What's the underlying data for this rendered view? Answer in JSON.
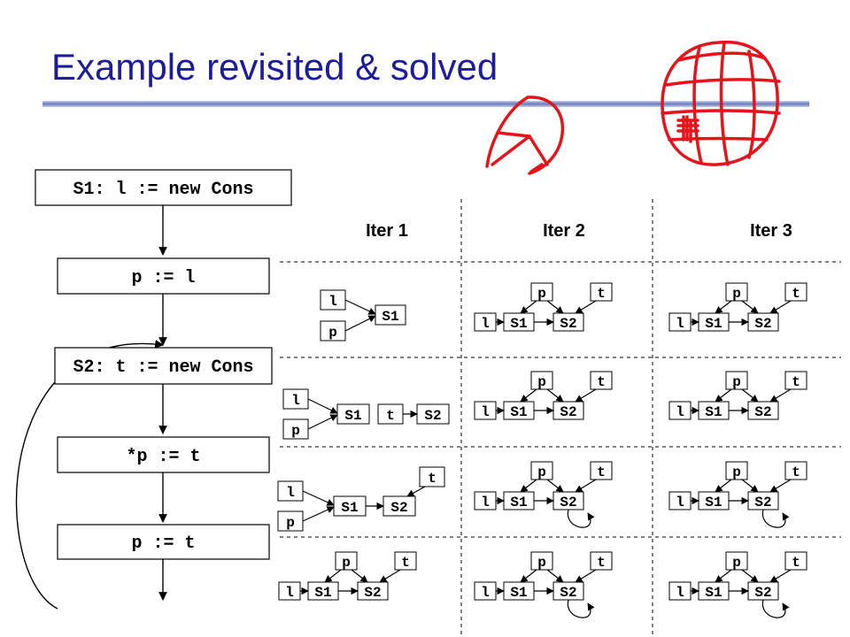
{
  "title": "Example revisited & solved",
  "colors": {
    "title": "#1c1c9c",
    "annotation": "#e5141b"
  },
  "cfg": {
    "nodes": [
      "S1: l := new Cons",
      "p := l",
      "S2: t := new Cons",
      "*p := t",
      "p := t"
    ]
  },
  "columns": [
    "Iter 1",
    "Iter 2",
    "Iter 3"
  ],
  "labels": {
    "l": "l",
    "p": "p",
    "t": "t",
    "s1": "S1",
    "s2": "S2"
  },
  "graphs": [
    [
      "iter1-a",
      "full",
      "full"
    ],
    [
      "iter1-b",
      "full",
      "full"
    ],
    [
      "iter1-c",
      "full-self",
      "full-self"
    ],
    [
      "full",
      "full-self",
      "full-self"
    ]
  ],
  "annotations": [
    "pie-chart-doodle",
    "globe-doodle"
  ]
}
